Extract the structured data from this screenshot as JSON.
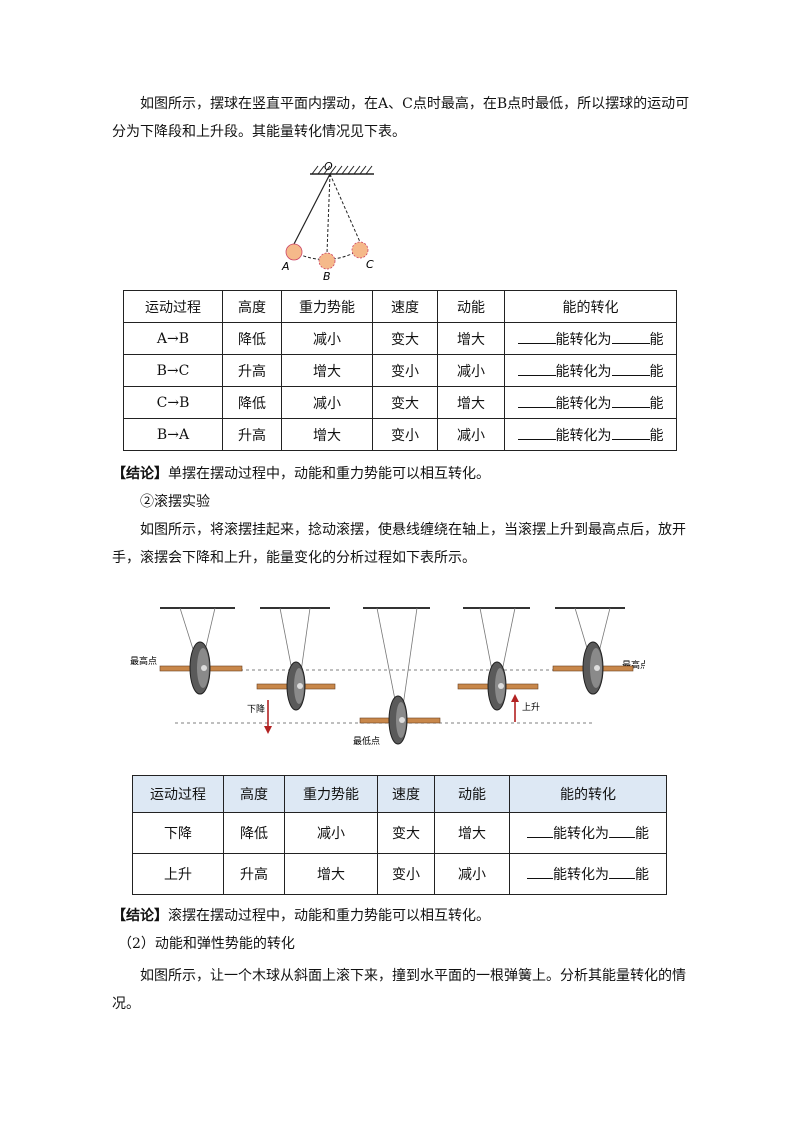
{
  "intro1": "如图所示，摆球在竖直平面内摆动，在A、C点时最高，在B点时最低，所以摆球的运动可分为下降段和上升段。其能量转化情况见下表。",
  "pendulum": {
    "label_o": "O",
    "label_a": "A",
    "label_b": "B",
    "label_c": "C",
    "ball_color": "#f5b98a"
  },
  "table1": {
    "headers": [
      "运动过程",
      "高度",
      "重力势能",
      "速度",
      "动能",
      "能的转化"
    ],
    "rows": [
      [
        "A→B",
        "降低",
        "减小",
        "变大",
        "增大"
      ],
      [
        "B→C",
        "升高",
        "增大",
        "变小",
        "减小"
      ],
      [
        "C→B",
        "降低",
        "减小",
        "变大",
        "增大"
      ],
      [
        "B→A",
        "升高",
        "增大",
        "变小",
        "减小"
      ]
    ],
    "conv_mid": "能转化为",
    "conv_end": "能"
  },
  "conclusion1_tag": "【结论】",
  "conclusion1": "单摆在摆动过程中，动能和重力势能可以相互转化。",
  "section2_title": "②滚摆实验",
  "intro2": "如图所示，将滚摆挂起来，捻动滚摆，使悬线缠绕在轴上，当滚摆上升到最高点后，放开手，滚摆会下降和上升，能量变化的分析过程如下表所示。",
  "maxwell": {
    "label_top_left": "最高点",
    "label_top_right": "最高点",
    "label_bottom": "最低点",
    "label_down": "下降",
    "label_up": "上升",
    "arrow_color": "#b22222",
    "axle_color": "#c8874a"
  },
  "table2": {
    "headers": [
      "运动过程",
      "高度",
      "重力势能",
      "速度",
      "动能",
      "能的转化"
    ],
    "rows": [
      [
        "下降",
        "降低",
        "减小",
        "变大",
        "增大"
      ],
      [
        "上升",
        "升高",
        "增大",
        "变小",
        "减小"
      ]
    ],
    "conv_mid": "能转化为",
    "conv_end": "能",
    "header_bg": "#dde8f4"
  },
  "conclusion2_tag": "【结论】",
  "conclusion2": "滚摆在摆动过程中，动能和重力势能可以相互转化。",
  "section3_title": "（2）动能和弹性势能的转化",
  "intro3": "如图所示，让一个木球从斜面上滚下来，撞到水平面的一根弹簧上。分析其能量转化的情况。"
}
